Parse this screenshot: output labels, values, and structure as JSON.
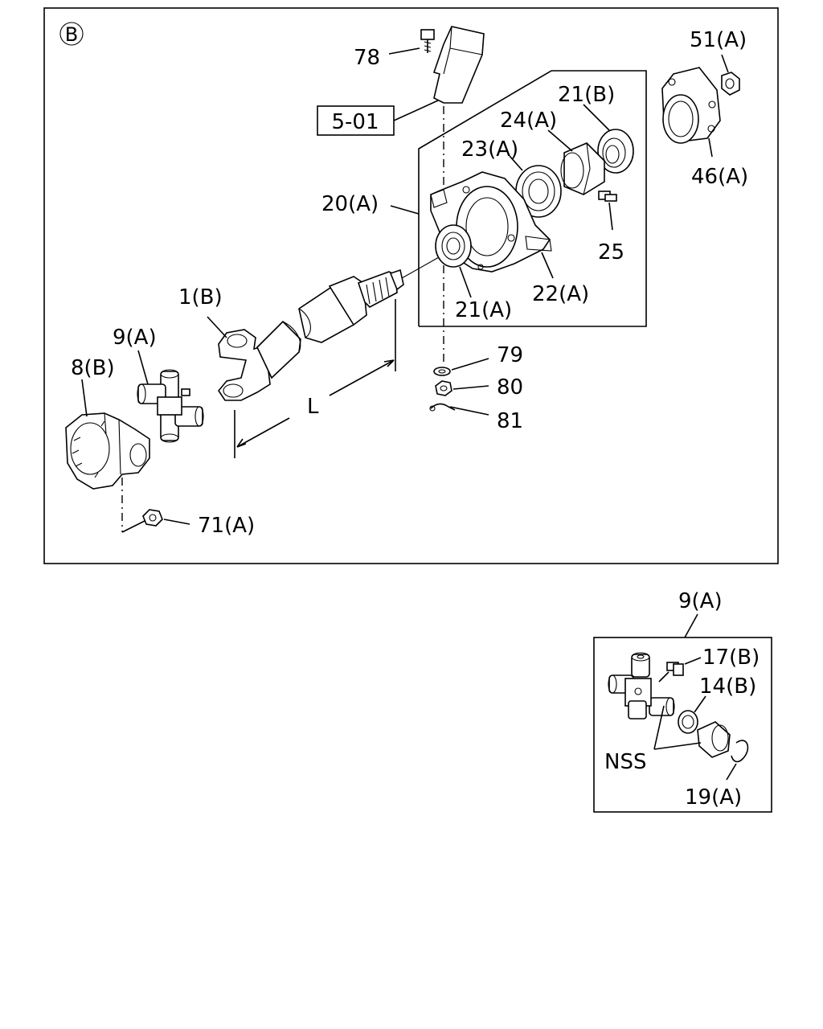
{
  "diagram": {
    "section_marker": "B",
    "ref_box": "5-01",
    "dimension_label": "L",
    "labels": {
      "p78": "78",
      "p51a": "51(A)",
      "p21b": "21(B)",
      "p24a": "24(A)",
      "p23a": "23(A)",
      "p20a": "20(A)",
      "p46a": "46(A)",
      "p25": "25",
      "p22a": "22(A)",
      "p21a": "21(A)",
      "p1b": "1(B)",
      "p9a": "9(A)",
      "p8b": "8(B)",
      "p79": "79",
      "p80": "80",
      "p81": "81",
      "p71a": "71(A)"
    },
    "inset": {
      "title": "9(A)",
      "labels": {
        "p17b": "17(B)",
        "p14b": "14(B)",
        "nss": "NSS",
        "p19a": "19(A)"
      }
    }
  }
}
